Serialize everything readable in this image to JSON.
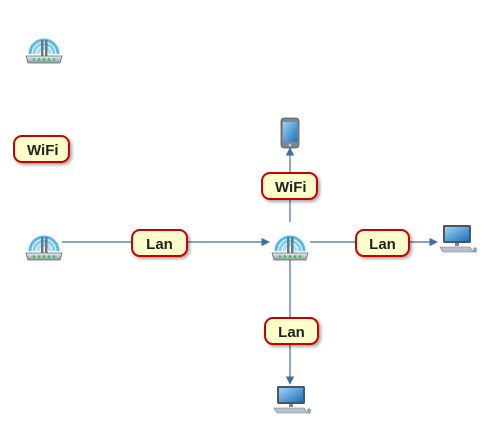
{
  "labels": {
    "standalone_wifi": "WiFi",
    "link_router_left_to_center": "Lan",
    "link_center_to_phone": "WiFi",
    "link_center_to_desktop_right": "Lan",
    "link_center_to_desktop_bottom": "Lan"
  },
  "colors": {
    "link": "#3f6f9a",
    "label_fill": "#ffffcc",
    "label_border": "#c80000"
  },
  "icons": {
    "router": "wifi-router-icon",
    "phone": "smartphone-icon",
    "desktop": "desktop-computer-icon"
  }
}
